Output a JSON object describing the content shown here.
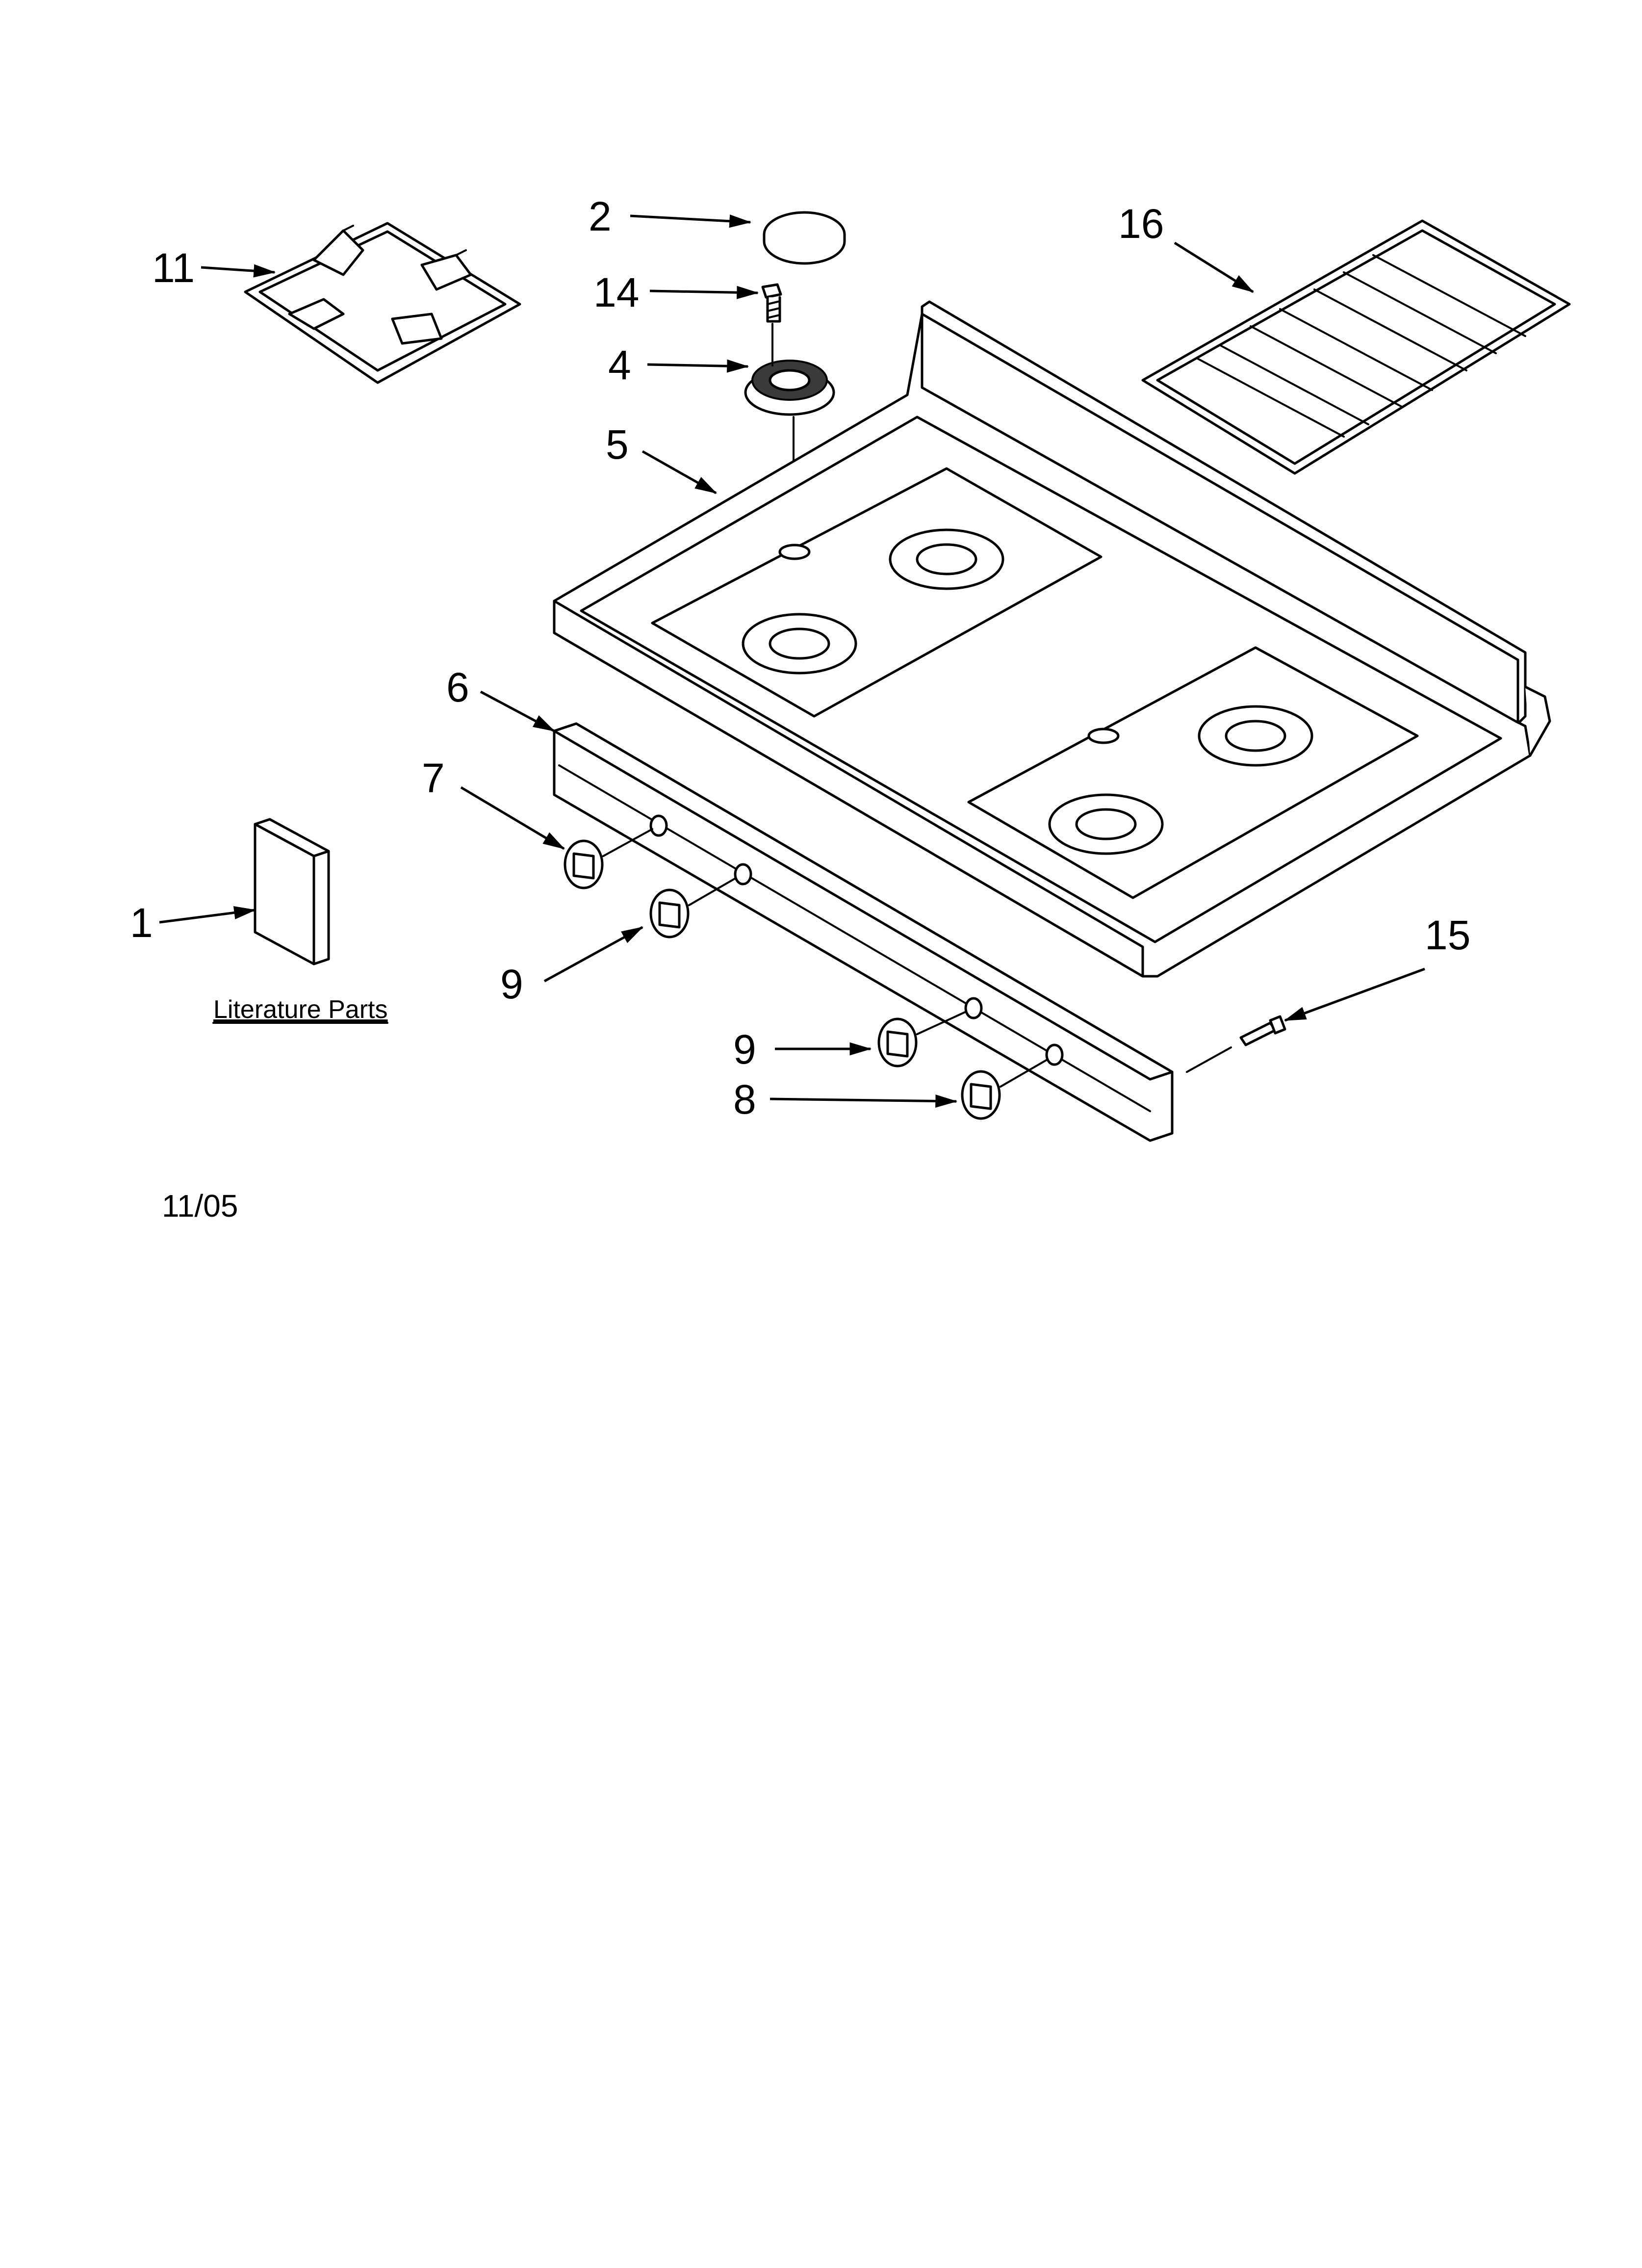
{
  "callouts": {
    "c1": "1",
    "c2": "2",
    "c4": "4",
    "c5": "5",
    "c6": "6",
    "c7": "7",
    "c8": "8",
    "c9a": "9",
    "c9b": "9",
    "c11": "11",
    "c14": "14",
    "c15": "15",
    "c16": "16"
  },
  "captions": {
    "literature": "Literature Parts"
  },
  "footer": {
    "date": "11/05"
  }
}
